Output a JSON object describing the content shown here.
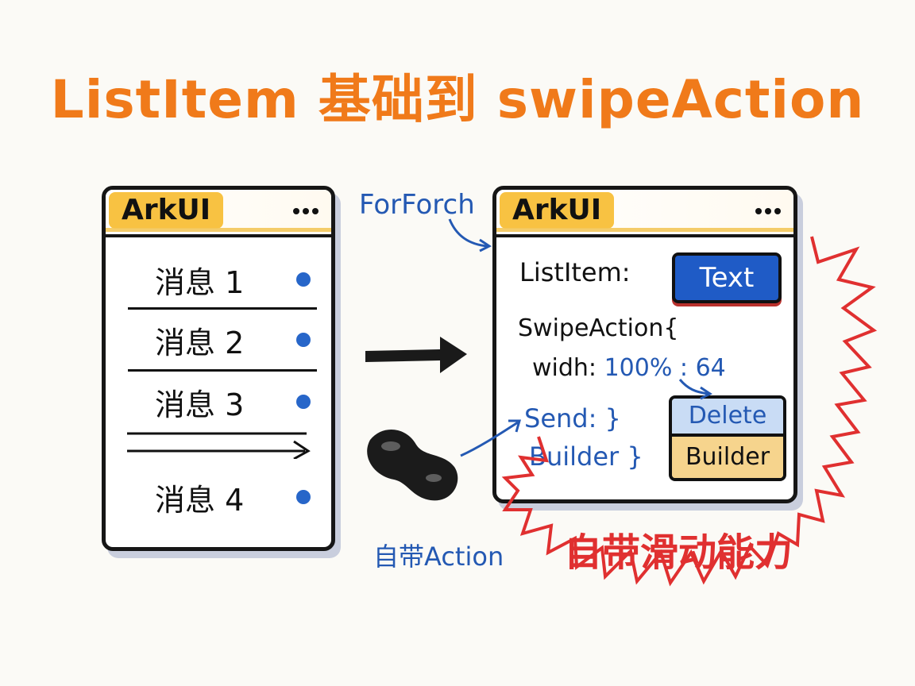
{
  "title": "ListItem 基础到 swipeAction",
  "left_window": {
    "title": "ArkUI",
    "items": [
      {
        "label": "消息 1"
      },
      {
        "label": "消息 2"
      },
      {
        "label": "消息 3"
      },
      {
        "label": "消息 4"
      }
    ]
  },
  "right_window": {
    "title": "ArkUI",
    "listitem_label": "ListItem:",
    "text_button": "Text",
    "swipe_line": "SwipeAction{",
    "width_label": "widh:",
    "width_value": "100%",
    "width_sep": ":",
    "width_px": "64",
    "send_label": "Send: }",
    "builder_label": "Builder }",
    "delete_button": "Delete",
    "builder_button": "Builder"
  },
  "annotations": {
    "forforch": "ForForch",
    "builtin_action": "自带Action",
    "burst_text": "自带滑动能力"
  },
  "colors": {
    "title_orange": "#f07a1a",
    "window_tab_yellow": "#f8c242",
    "accent_blue": "#2459b3",
    "burst_red": "#e03030"
  }
}
